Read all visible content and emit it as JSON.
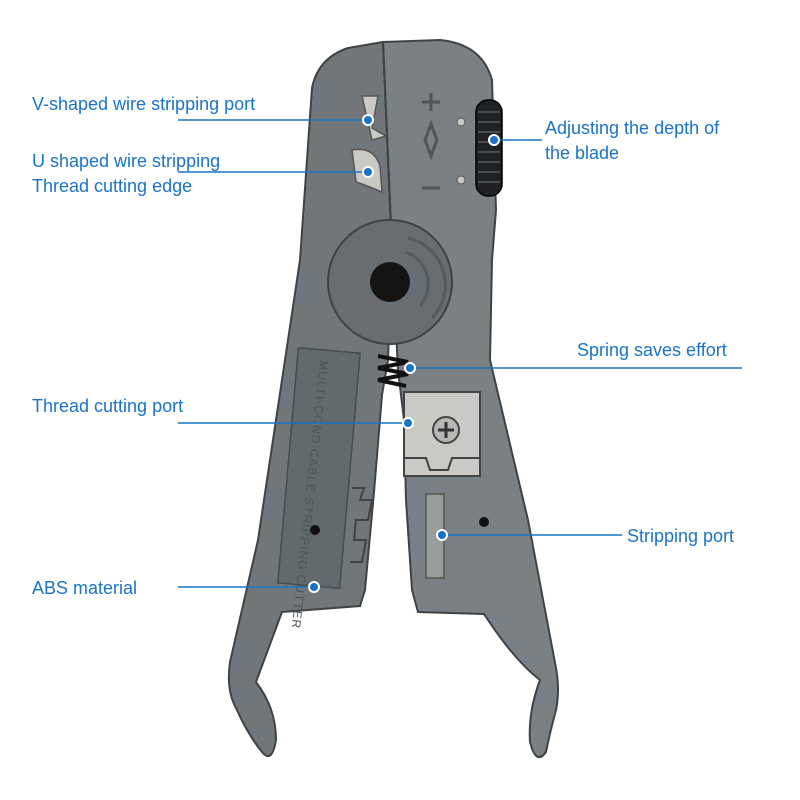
{
  "colors": {
    "accent": "#1a73c8",
    "tool_body": "#70767a",
    "tool_dark": "#5a5f63",
    "tool_outline": "#3f4346",
    "metal": "#c9c9c6"
  },
  "tool": {
    "embossed_text": "MULTI-COND CABLE STRIPPING CUTTER",
    "icons": [
      "plus-icon",
      "minus-icon",
      "knurled-wheel-icon",
      "pivot-bolt-icon",
      "spring-icon",
      "screw-icon"
    ]
  },
  "callouts": {
    "v_port": "V-shaped wire stripping port",
    "u_port_line1": "U shaped wire stripping",
    "u_port_line2": "Thread cutting edge",
    "adjust_line1": "Adjusting the depth of",
    "adjust_line2": "the blade",
    "spring": "Spring saves effort",
    "thread_port": "Thread cutting port",
    "stripping_port": "Stripping port",
    "abs": "ABS material"
  }
}
